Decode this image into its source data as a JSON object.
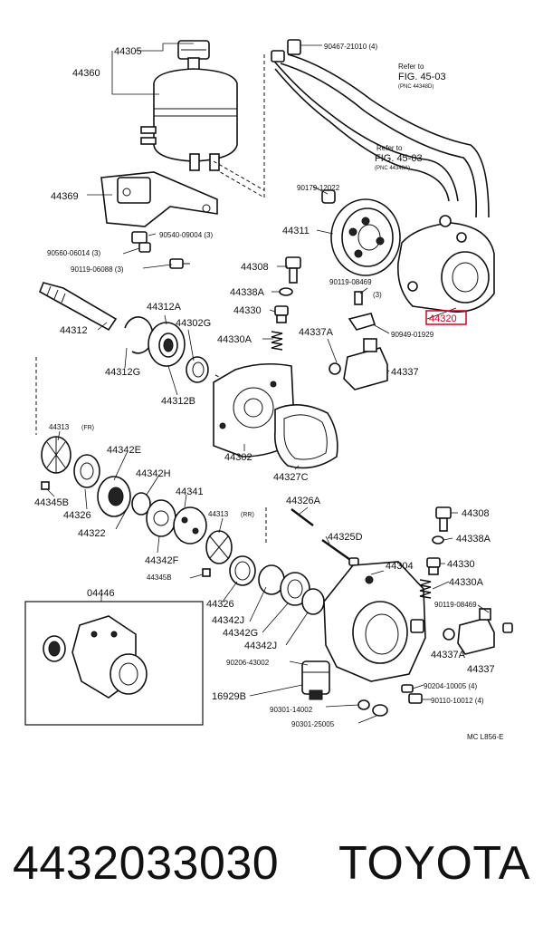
{
  "diagram": {
    "labels": {
      "l44305": "44305",
      "l44360": "44360",
      "l44369": "44369",
      "l90540": "90540-09004 (3)",
      "l90560": "90560-06014 (3)",
      "l90119a": "90119-06088 (3)",
      "l44312": "44312",
      "l44312A": "44312A",
      "l44302G": "44302G",
      "l44312G": "44312G",
      "l44312B": "44312B",
      "l90467": "90467-21010 (4)",
      "l90179": "90179-12022",
      "l44311": "44311",
      "l44308a": "44308",
      "l90119b": "90119-08469",
      "l90119b_qty": "(3)",
      "l44338Aa": "44338A",
      "l44330a": "44330",
      "l44330Aa": "44330A",
      "l44337Aa": "44337A",
      "l90949": "90949-01929",
      "l44337a": "44337",
      "l44320": "44320",
      "l44302": "44302",
      "l44327C": "44327C",
      "l44313fr": "44313",
      "l44313fr_note": "(FR)",
      "l44342E": "44342E",
      "l44342H": "44342H",
      "l44341": "44341",
      "l44313rr": "44313",
      "l44313rr_note": "(RR)",
      "l44345Ba": "44345B",
      "l44326a": "44326",
      "l44322": "44322",
      "l44342F": "44342F",
      "l44345Bb": "44345B",
      "l44326A": "44326A",
      "l44325D": "44325D",
      "l44304": "44304",
      "l44308b": "44308",
      "l44338Ab": "44338A",
      "l44330b": "44330",
      "l44330Ab": "44330A",
      "l90119c": "90119-08469",
      "l44337Ab": "44337A",
      "l44337b": "44337",
      "l04446": "04446",
      "l44326b": "44326",
      "l44342Ja": "44342J",
      "l44342G": "44342G",
      "l44342Jb": "44342J",
      "l90206": "90206-43002",
      "l16929B": "16929B",
      "l90301a": "90301-14002",
      "l90301b": "90301-25005",
      "l90204": "90204-10005 (4)",
      "l90110": "90110-10012 (4)",
      "code": "MC L856-E"
    },
    "refs": {
      "ref1_line1": "Refer to",
      "ref1_line2": "FIG. 45-03",
      "ref1_line3": "(PNC 44348D)",
      "ref2_line1": "Refer to",
      "ref2_line2": "FIG. 45-03",
      "ref2_line3": "(PNC 44348A)"
    },
    "highlight_color": "#d0021b"
  },
  "footer": {
    "part_number": "4432033030",
    "brand": "TOYOTA"
  }
}
